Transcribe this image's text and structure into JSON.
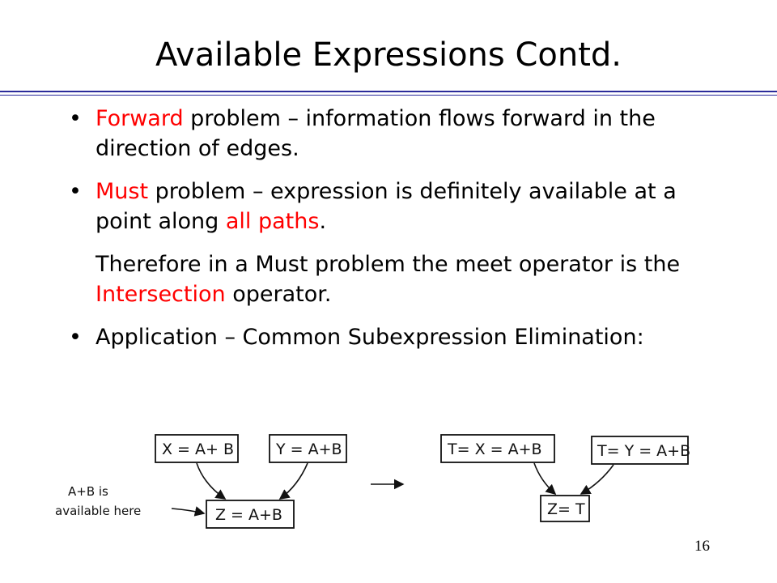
{
  "slide": {
    "title": "Available Expressions Contd.",
    "page_number": "16"
  },
  "bullets": [
    {
      "bullet": "•",
      "highlight": "Forward",
      "text": " problem – information flows forward in the direction of edges."
    },
    {
      "bullet": "•",
      "highlight": "Must",
      "text_a": " problem – expression is definitely available at a point along ",
      "highlight_b": "all paths",
      "text_b": "."
    },
    {
      "text_a": "Therefore in a Must problem the meet operator is the ",
      "highlight": "Intersection",
      "text_b": " operator."
    },
    {
      "bullet": "•",
      "text": "Application – Common Subexpression Elimination:"
    }
  ],
  "diagram": {
    "before": {
      "box_x": "X = A+ B",
      "box_y": "Y = A+B",
      "box_z": "Z = A+B"
    },
    "annotation_line1": "A+B  is",
    "annotation_line2": "available here",
    "after": {
      "box_t1": "T= X = A+B",
      "box_t2": "T= Y = A+B",
      "box_z": "Z= T"
    }
  },
  "colors": {
    "highlight": "#ff0000",
    "rule": "#2b2b9a",
    "text": "#000000"
  }
}
